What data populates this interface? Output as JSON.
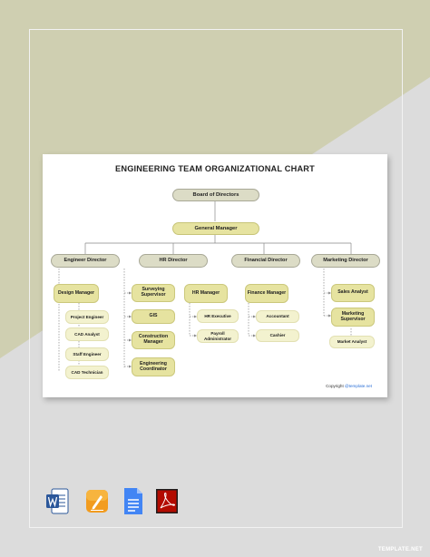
{
  "chart": {
    "title": "ENGINEERING TEAM ORGANIZATIONAL CHART",
    "board": "Board of Directors",
    "general_manager": "General Manager",
    "directors": [
      "Engineer Director",
      "HR Director",
      "Financial Director",
      "Marketing Director"
    ],
    "engineering": {
      "design_manager": "Design Manager",
      "design_reports": [
        "Project Engineer",
        "CAD Analyst",
        "Staff Engineer",
        "CAD Technician"
      ],
      "supervisor": "Surveying Supervisor",
      "gis": "GIS",
      "construction_manager": "Construction Manager",
      "engineering_coordinator": "Engineering Coordinator"
    },
    "hr": {
      "manager": "HR Manager",
      "reports": [
        "HR Executive",
        "Payroll Administrator"
      ]
    },
    "finance": {
      "manager": "Finance Manager",
      "reports": [
        "Accountant",
        "Cashier"
      ]
    },
    "marketing": {
      "sales_analyst": "Sales Analyst",
      "marketing_supervisor": "Marketing Supervisor",
      "market_analyst": "Market Analyst"
    },
    "copyright_label": "Copyright",
    "copyright_link": "@template.net"
  },
  "formats": [
    {
      "name": "word-icon",
      "color": "#2b579a"
    },
    {
      "name": "pages-icon",
      "color": "#f29c1f"
    },
    {
      "name": "google-docs-icon",
      "color": "#4285f4"
    },
    {
      "name": "pdf-icon",
      "color": "#b30b00"
    }
  ],
  "watermark": "TEMPLATE.NET"
}
